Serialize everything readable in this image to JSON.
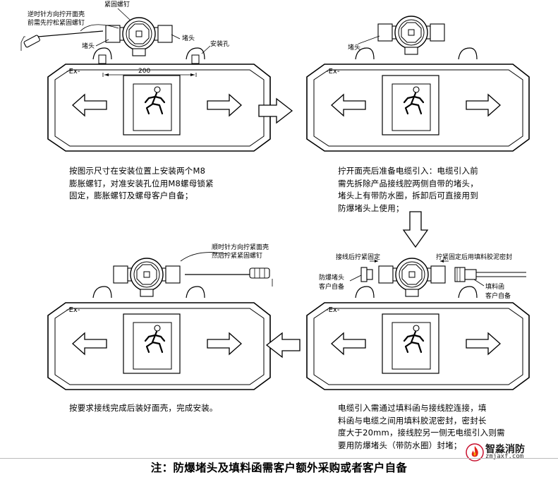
{
  "panels": [
    {
      "callouts": {
        "screwdriver_note_1": "逆时针方向拧开面壳",
        "screwdriver_note_2": "前需先拧松紧固螺钉",
        "set_screw": "紧固螺钉",
        "plug_left": "堵头",
        "plug_right": "堵头",
        "mount_hole": "安装孔",
        "dimension": "200"
      },
      "caption": [
        "按图示尺寸在安装位置上安装两个M8",
        "膨胀螺钉，对准安装孔位用M8螺母锁紧",
        "固定，膨胀螺钉及螺母客户自备；"
      ]
    },
    {
      "callouts": {
        "plug": "堵头"
      },
      "caption": [
        "拧开面壳后准备电缆引入：电缆引入前",
        "需先拆除产品接线腔两侧自带的堵头，",
        "堵头上有带防水圈，拆卸后可直接用到",
        "防爆堵头上使用；"
      ]
    },
    {
      "callouts": {
        "screwdriver_note_1": "顺时针方向拧紧面壳",
        "screwdriver_note_2": "然后拧紧紧固螺钉"
      },
      "caption": [
        "按要求接线完成后装好面壳，完成安装。"
      ]
    },
    {
      "callouts": {
        "tighten_after_wiring": "接线后拧紧固定",
        "tighten_fix_with_putty": "拧紧固定后用填料胶泥密封",
        "explosion_plug_1": "防爆堵头",
        "explosion_plug_2": "客户自备",
        "packing_box_1": "填料函",
        "packing_box_2": "客户自备"
      },
      "caption": [
        "电缆引入需通过填料函与接线腔连接，填",
        "料函与电缆之间用填料胶泥密封，密封长",
        "度大于20mm，接线腔另一侧无电缆引入则需",
        "要用防爆堵头（带防水圈）封堵；"
      ]
    }
  ],
  "sign_label": "-Ex-",
  "note": "注：防爆堵头及填料函需客户额外采购或者客户自备",
  "watermark": {
    "name": "智淼消防",
    "url": "zmjaxf.com"
  }
}
